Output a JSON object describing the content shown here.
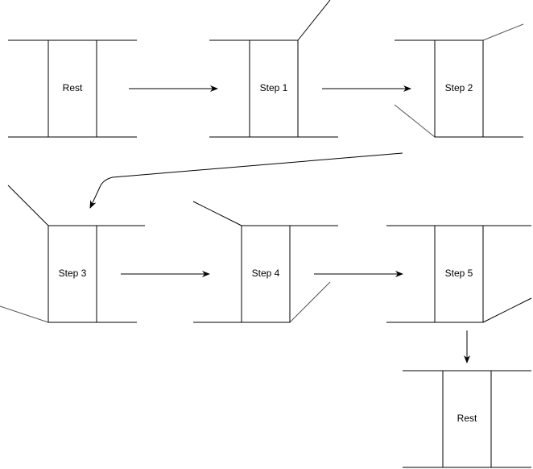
{
  "diagram": {
    "stages": [
      {
        "label": "Rest"
      },
      {
        "label": "Step 1"
      },
      {
        "label": "Step 2"
      },
      {
        "label": "Step 3"
      },
      {
        "label": "Step 4"
      },
      {
        "label": "Step 5"
      },
      {
        "label": "Rest"
      }
    ]
  },
  "colors": {
    "line": "#000000",
    "thin_line": "#555555",
    "background": "#ffffff"
  }
}
